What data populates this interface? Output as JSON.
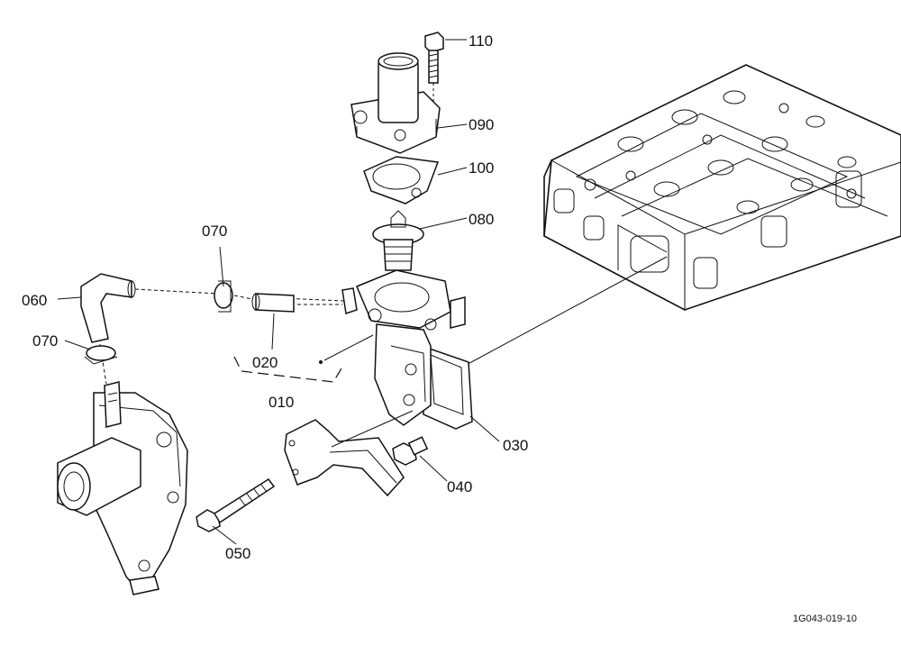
{
  "diagram": {
    "callouts": {
      "c110": "110",
      "c090": "090",
      "c100": "100",
      "c080": "080",
      "c070a": "070",
      "c060": "060",
      "c070b": "070",
      "c020": "020",
      "c010": "010",
      "c030": "030",
      "c040": "040",
      "c050": "050"
    },
    "drawing_code": "1G043-019-10"
  }
}
